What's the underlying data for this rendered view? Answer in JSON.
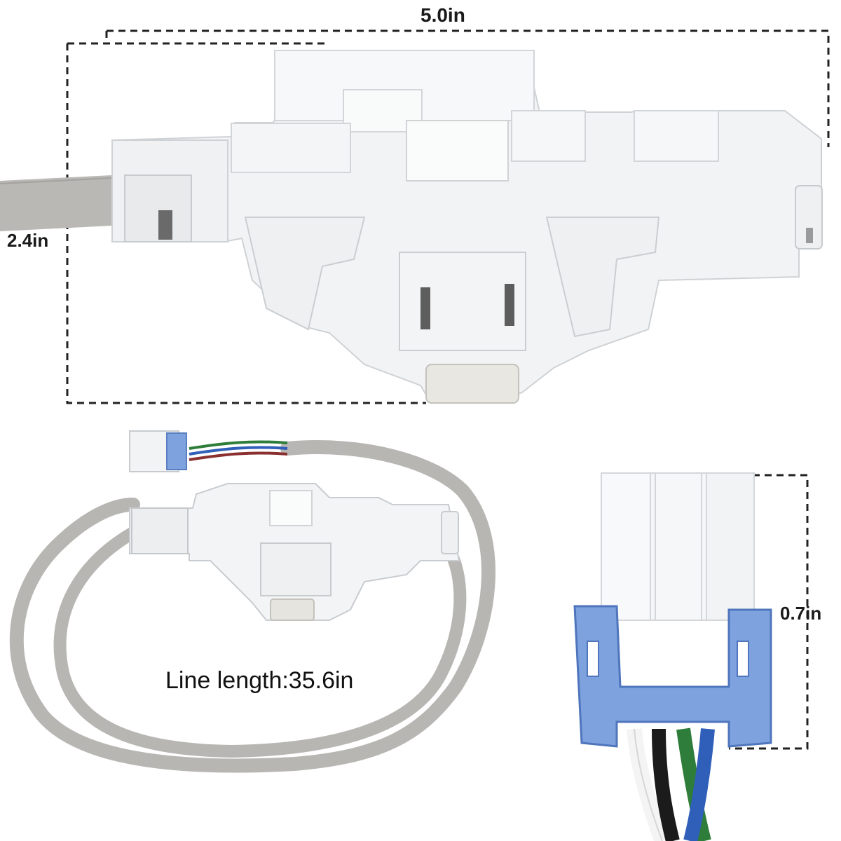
{
  "dimensions": {
    "width_label": "5.0in",
    "height_label": "2.4in",
    "line_length_label": "Line length:35.6in",
    "connector_label": "0.7in"
  },
  "colors": {
    "plastic_white": "#f4f5f6",
    "plastic_shadow": "#d8dadc",
    "cable_grey": "#b9b8b4",
    "connector_blue": "#7ea2de",
    "wire_green": "#2f7d3a",
    "wire_blue": "#2f5fb8",
    "wire_black": "#1b1b1b",
    "dashed_line": "#222222"
  }
}
